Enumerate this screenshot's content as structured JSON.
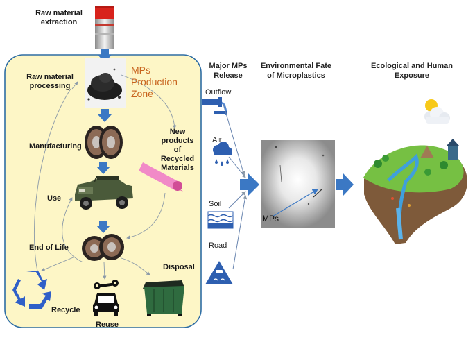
{
  "zone": {
    "title": "MPs Production Zone",
    "steps": {
      "extraction": "Raw material extraction",
      "processing": "Raw material processing",
      "manufacturing": "Manufacturing",
      "use": "Use",
      "end_of_life": "End of Life",
      "recycle": "Recycle",
      "reuse": "Reuse",
      "disposal": "Disposal",
      "new_products": "New products of Recycled Materials"
    }
  },
  "headers": {
    "release": "Major MPs Release",
    "fate": "Environmental Fate of Microplastics",
    "exposure": "Ecological and Human Exposure"
  },
  "sources": [
    "Outflow",
    "Air",
    "Soil",
    "Road"
  ],
  "micro_label": "MPs",
  "colors": {
    "zone_fill": "#fdf6c6",
    "zone_border": "#2e6da4",
    "arrow_blue": "#3b78c4",
    "zone_title": "#c8641e"
  },
  "icons": [
    "barrel-icon",
    "powder-icon",
    "tires-icon",
    "jeep-icon",
    "recycle-icon",
    "wrench-icon",
    "car-icon",
    "dumpster-icon",
    "foam-roll-icon",
    "factory-outflow-icon",
    "rain-cloud-icon",
    "soil-layers-icon",
    "slippery-road-icon",
    "island-icon"
  ]
}
